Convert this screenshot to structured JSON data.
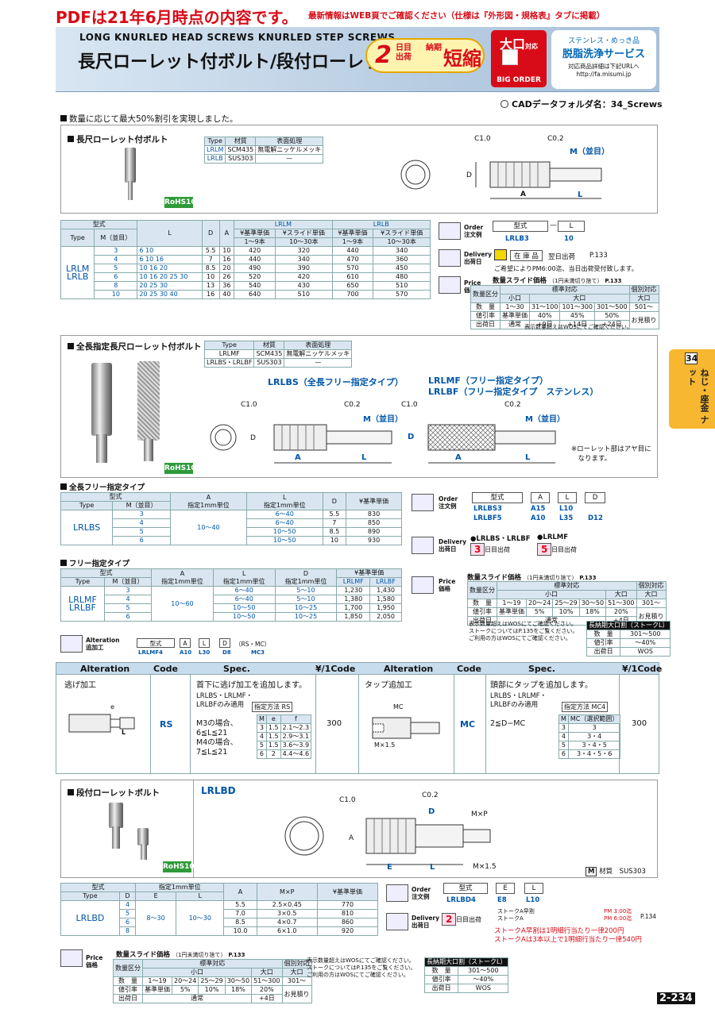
{
  "banner": {
    "notice": "PDFは21年6月時点の内容です。",
    "sub": "最新情報はWEB頁でご確認ください（仕様は『外形図・規格表』タブに掲載）"
  },
  "header": {
    "title_en": "LONG KNURLED HEAD SCREWS   KNURLED STEP SCREWS",
    "title_jp": "長尺ローレット付ボルト/段付ローレットボルト",
    "short_days": "2",
    "short_label1": "日目",
    "short_label2": "出荷",
    "short_label3": "納期",
    "short_label4": "短縮",
    "big_order_top": "大口",
    "big_order_sub": "対応",
    "big_order_label": "BIG ORDER",
    "svc_top": "ステンレス・めっき品",
    "svc_main": "脱脂洗浄サービス",
    "svc_note": "対応商品詳細は下記URLへ",
    "svc_url": "http://fa.misumi.jp"
  },
  "cad": {
    "label": "CADデータフォルダ名：34_Screws"
  },
  "note_discount": "数量に応じて最大50%割引を実現しました。",
  "sec1": {
    "name": "長尺ローレット付ボルト",
    "rohs": "RoHS10",
    "mat_hdr": [
      "Type",
      "材質",
      "表面処理"
    ],
    "mat_rows": [
      [
        "LRLM",
        "SCM435",
        "無電解ニッケルメッキ"
      ],
      [
        "LRLB",
        "SUS303",
        "—"
      ]
    ],
    "dims": {
      "c1": "C1.0",
      "c2": "C0.2",
      "m": "M（並目）",
      "d": "D",
      "a": "A",
      "l": "L"
    },
    "tbl_hdr": {
      "kata": "型式",
      "type": "Type",
      "m": "M（並目）",
      "l": "L",
      "d": "D",
      "a": "A",
      "lrlm": "LRLM",
      "lrlb": "LRLB",
      "base": "¥基準単価",
      "slide": "¥スライド単価",
      "q1": "1〜9本",
      "q2": "10〜30本"
    },
    "type_name": "LRLM\nLRLB",
    "rows": [
      {
        "m": "3",
        "l": "6  10",
        "d": "5.5",
        "a": "10",
        "v": [
          "420",
          "320",
          "440",
          "340"
        ]
      },
      {
        "m": "4",
        "l": "6  10  16",
        "d": "7",
        "a": "16",
        "v": [
          "440",
          "340",
          "470",
          "360"
        ]
      },
      {
        "m": "5",
        "l": "10  16  20",
        "d": "8.5",
        "a": "20",
        "v": [
          "490",
          "390",
          "570",
          "450"
        ]
      },
      {
        "m": "6",
        "l": "10  16  20  25  30",
        "d": "10",
        "a": "26",
        "v": [
          "520",
          "420",
          "610",
          "480"
        ]
      },
      {
        "m": "8",
        "l": "20  25  30",
        "d": "13",
        "a": "36",
        "v": [
          "540",
          "430",
          "650",
          "510"
        ]
      },
      {
        "m": "10",
        "l": "20  25  30  40",
        "d": "16",
        "a": "40",
        "v": [
          "640",
          "510",
          "700",
          "570"
        ]
      }
    ],
    "order": {
      "label": "Order",
      "sub": "注文例",
      "f1": "型式",
      "f2": "L",
      "e1": "LRLB3",
      "e2": "10"
    },
    "delivery": {
      "label": "Delivery",
      "sub": "出荷日",
      "stock": "在 庫 品",
      "next": "翌日出荷",
      "ref": "P.133",
      "pm": "ご希望によりPM6:00迄、当日出荷受付致します。"
    },
    "price": {
      "label": "Price",
      "sub": "価格",
      "title": "数量スライド価格",
      "round": "（1円未満切り捨て）",
      "ref": "P.133",
      "h1": "数量区分",
      "h2": "標準対応",
      "h3": "個別対応",
      "small": "小口",
      "large": "大口",
      "r_qty": [
        "数　量",
        "1〜30",
        "31〜100",
        "101〜300",
        "301〜500",
        "501〜"
      ],
      "r_disc": [
        "値引率",
        "基準単価",
        "40%",
        "45%",
        "50%",
        "お見積り"
      ],
      "r_ship": [
        "出荷日",
        "通常",
        "+9日",
        "+14日",
        "+24日"
      ],
      "note": "表示数量超えはWOSにてご確認ください。"
    }
  },
  "sec2": {
    "name": "全長指定長尺ローレット付ボルト",
    "rohs": "RoHS10",
    "mat_rows": [
      [
        "LRLMF",
        "SCM435",
        "無電解ニッケルメッキ"
      ],
      [
        "LRLBS・LRLBF",
        "SUS303",
        "—"
      ]
    ],
    "lrlbs_title": "LRLBS（全長フリー指定タイプ）",
    "lrlmf_title": "LRLMF（フリー指定タイプ）",
    "lrlbf_title": "LRLBF（フリー指定タイプ　ステンレス）",
    "knurl_note": "※ローレット部はアヤ目に\n　なります。",
    "t1_title": "全長フリー指定タイプ",
    "t1_hdr": [
      "型式",
      "Type",
      "M（並目）",
      "A\n指定1mm単位",
      "L\n指定1mm単位",
      "D",
      "¥基準単価"
    ],
    "t1_type": "LRLBS",
    "t1_a": "10〜40",
    "t1_rows": [
      [
        "3",
        "6〜40",
        "5.5",
        "830"
      ],
      [
        "4",
        "6〜40",
        "7",
        "850"
      ],
      [
        "5",
        "10〜50",
        "8.5",
        "890"
      ],
      [
        "6",
        "10〜50",
        "10",
        "930"
      ]
    ],
    "t2_title": "フリー指定タイプ",
    "t2_hdr": [
      "型式",
      "Type",
      "M（並目）",
      "A\n指定1mm単位",
      "L\n指定1mm単位",
      "D\n指定1mm単位",
      "¥基準単価",
      "LRLMF",
      "LRLBF"
    ],
    "t2_type": "LRLMF\nLRLBF",
    "t2_a": "10〜60",
    "t2_rows": [
      [
        "3",
        "6〜40",
        "5〜10",
        "1,230",
        "1,430"
      ],
      [
        "4",
        "6〜40",
        "5〜10",
        "1,380",
        "1,580"
      ],
      [
        "5",
        "10〜50",
        "10〜25",
        "1,700",
        "1,950"
      ],
      [
        "6",
        "10〜50",
        "10〜25",
        "1,850",
        "2,050"
      ]
    ],
    "order": {
      "f": [
        "型式",
        "A",
        "L",
        "D"
      ],
      "e1": [
        "LRLBS3",
        "A15",
        "L10",
        ""
      ],
      "e2": [
        "LRLBF5",
        "A10",
        "L35",
        "D12"
      ]
    },
    "delivery": {
      "a": "●LRLBS・LRLBF",
      "b": "●LRLMF",
      "a_days": "3",
      "b_days": "5",
      "unit": "日目出荷"
    },
    "price": {
      "title": "数量スライド価格",
      "round": "（1円未満切り捨て）",
      "ref": "P.133",
      "r_qty": [
        "数　量",
        "1〜19",
        "20〜24",
        "25〜29",
        "30〜50",
        "51〜300",
        "301〜"
      ],
      "r_disc": [
        "値引率",
        "基準単価",
        "5%",
        "10%",
        "18%",
        "20%",
        "お見積り"
      ],
      "r_ship": [
        "出荷日",
        "通常",
        "+4日"
      ],
      "notes": [
        "表示数量超えはWOSにてご確認ください。",
        "ストークについてはP.135をご覧ください。",
        "ご利用の方はWOSにてご確認ください。"
      ],
      "stroke_title": "長納期大口割（ストークL）",
      "stroke_rows": [
        [
          "数　量",
          "301〜500"
        ],
        [
          "値引率",
          "〜40%"
        ],
        [
          "出荷日",
          "WOS"
        ]
      ]
    }
  },
  "alteration": {
    "label": "Alteration",
    "sub": "追加工",
    "example": [
      "型式",
      "A",
      "L",
      "D",
      "（RS・MC）"
    ],
    "example_val": [
      "LRLMF4",
      "A10",
      "L30",
      "D8",
      "MC3"
    ],
    "hdr": [
      "Alteration",
      "Code",
      "Spec.",
      "¥/1Code",
      "Alteration",
      "Code",
      "Spec.",
      "¥/1Code"
    ],
    "rs": {
      "name": "逃げ加工",
      "code": "RS",
      "spec": "首下に逃げ加工を追加します。",
      "apply": "LRLBS・LRLMF・\nLRLBFのみ適用",
      "method": "指定方法 RS",
      "m3": "M3の場合、\n6≦L≦21\nM4の場合、\n7≦L≦21",
      "price": "300",
      "tbl_hdr": [
        "M",
        "e",
        "f"
      ],
      "tbl": [
        [
          "3",
          "1.5",
          "2.1〜2.3"
        ],
        [
          "4",
          "1.5",
          "2.9〜3.1"
        ],
        [
          "5",
          "1.5",
          "3.6〜3.9"
        ],
        [
          "6",
          "2",
          "4.4〜4.6"
        ]
      ]
    },
    "mc": {
      "name": "タップ追加工",
      "code": "MC",
      "spec": "頭部にタップを追加します。",
      "apply": "LRLBS・LRLMF・\nLRLBFのみ適用",
      "method": "指定方法 MC4",
      "cond": "2≦D−MC",
      "price": "300",
      "tbl_hdr": [
        "M",
        "MC（選択範囲）"
      ],
      "tbl": [
        [
          "3",
          "3"
        ],
        [
          "4",
          "3・4"
        ],
        [
          "5",
          "3・4・5"
        ],
        [
          "6",
          "3・4・5・6"
        ]
      ]
    }
  },
  "sec3": {
    "name": "段付ローレットボルト",
    "model": "LRLBD",
    "rohs": "RoHS10",
    "material": "材質　SUS303",
    "dims": {
      "c1": "C1.0",
      "c2": "C0.2",
      "mp": "M×P",
      "d": "D",
      "a": "A",
      "e": "E",
      "l": "L",
      "m15": "M×1.5"
    },
    "tbl_hdr": [
      "型式",
      "Type",
      "D",
      "指定1mm単位",
      "E",
      "L",
      "A",
      "M×P",
      "¥基準単価"
    ],
    "type": "LRLBD",
    "e_range": "8〜30",
    "l_range": "10〜30",
    "rows": [
      [
        "4",
        "5.5",
        "2.5×0.45",
        "770"
      ],
      [
        "5",
        "7.0",
        "3×0.5",
        "810"
      ],
      [
        "6",
        "8.5",
        "4×0.7",
        "860"
      ],
      [
        "8",
        "10.0",
        "6×1.0",
        "920"
      ]
    ],
    "order": {
      "f": [
        "型式",
        "E",
        "L"
      ],
      "e": [
        "LRLBD4",
        "E8",
        "L10"
      ]
    },
    "delivery_days": "2",
    "delivery_unit": "日目出荷",
    "stroke_a": "ストークA早割",
    "stroke_a2": "ストークA",
    "pm": "PM 3:00迄",
    "pm2": "PM 6:00迄",
    "ref": "P.134",
    "notes": [
      "ストークA早割は1明細行当たり一律200円",
      "ストークAは3本以上で1明細行当たり一律540円"
    ],
    "price": {
      "title": "数量スライド価格",
      "round": "（1円未満切り捨て）",
      "ref": "P.133",
      "r_qty": [
        "数　量",
        "1〜19",
        "20〜24",
        "25〜29",
        "30〜50",
        "51〜300",
        "301〜"
      ],
      "r_disc": [
        "値引率",
        "基準単価",
        "5%",
        "10%",
        "18%",
        "20%",
        "お見積り"
      ],
      "r_ship": [
        "出荷日",
        "通常",
        "+4日"
      ],
      "notes": [
        "表示数量超えはWOSにてご確認ください。",
        "ストークについてはP.135をご覧ください。",
        "ご利用の方はWOSにてご確認ください。"
      ],
      "stroke_title": "長納期大口割（ストークL）",
      "stroke_rows": [
        [
          "数　量",
          "301〜500"
        ],
        [
          "値引率",
          "〜40%"
        ],
        [
          "出荷日",
          "WOS"
        ]
      ]
    }
  },
  "side": {
    "num": "34",
    "label": "ねじ・座金\nナット"
  },
  "page": "2-234",
  "colors": {
    "red": "#d80c18",
    "blue": "#0056a8",
    "tab": "#f7b731",
    "header": "#c7dced"
  }
}
